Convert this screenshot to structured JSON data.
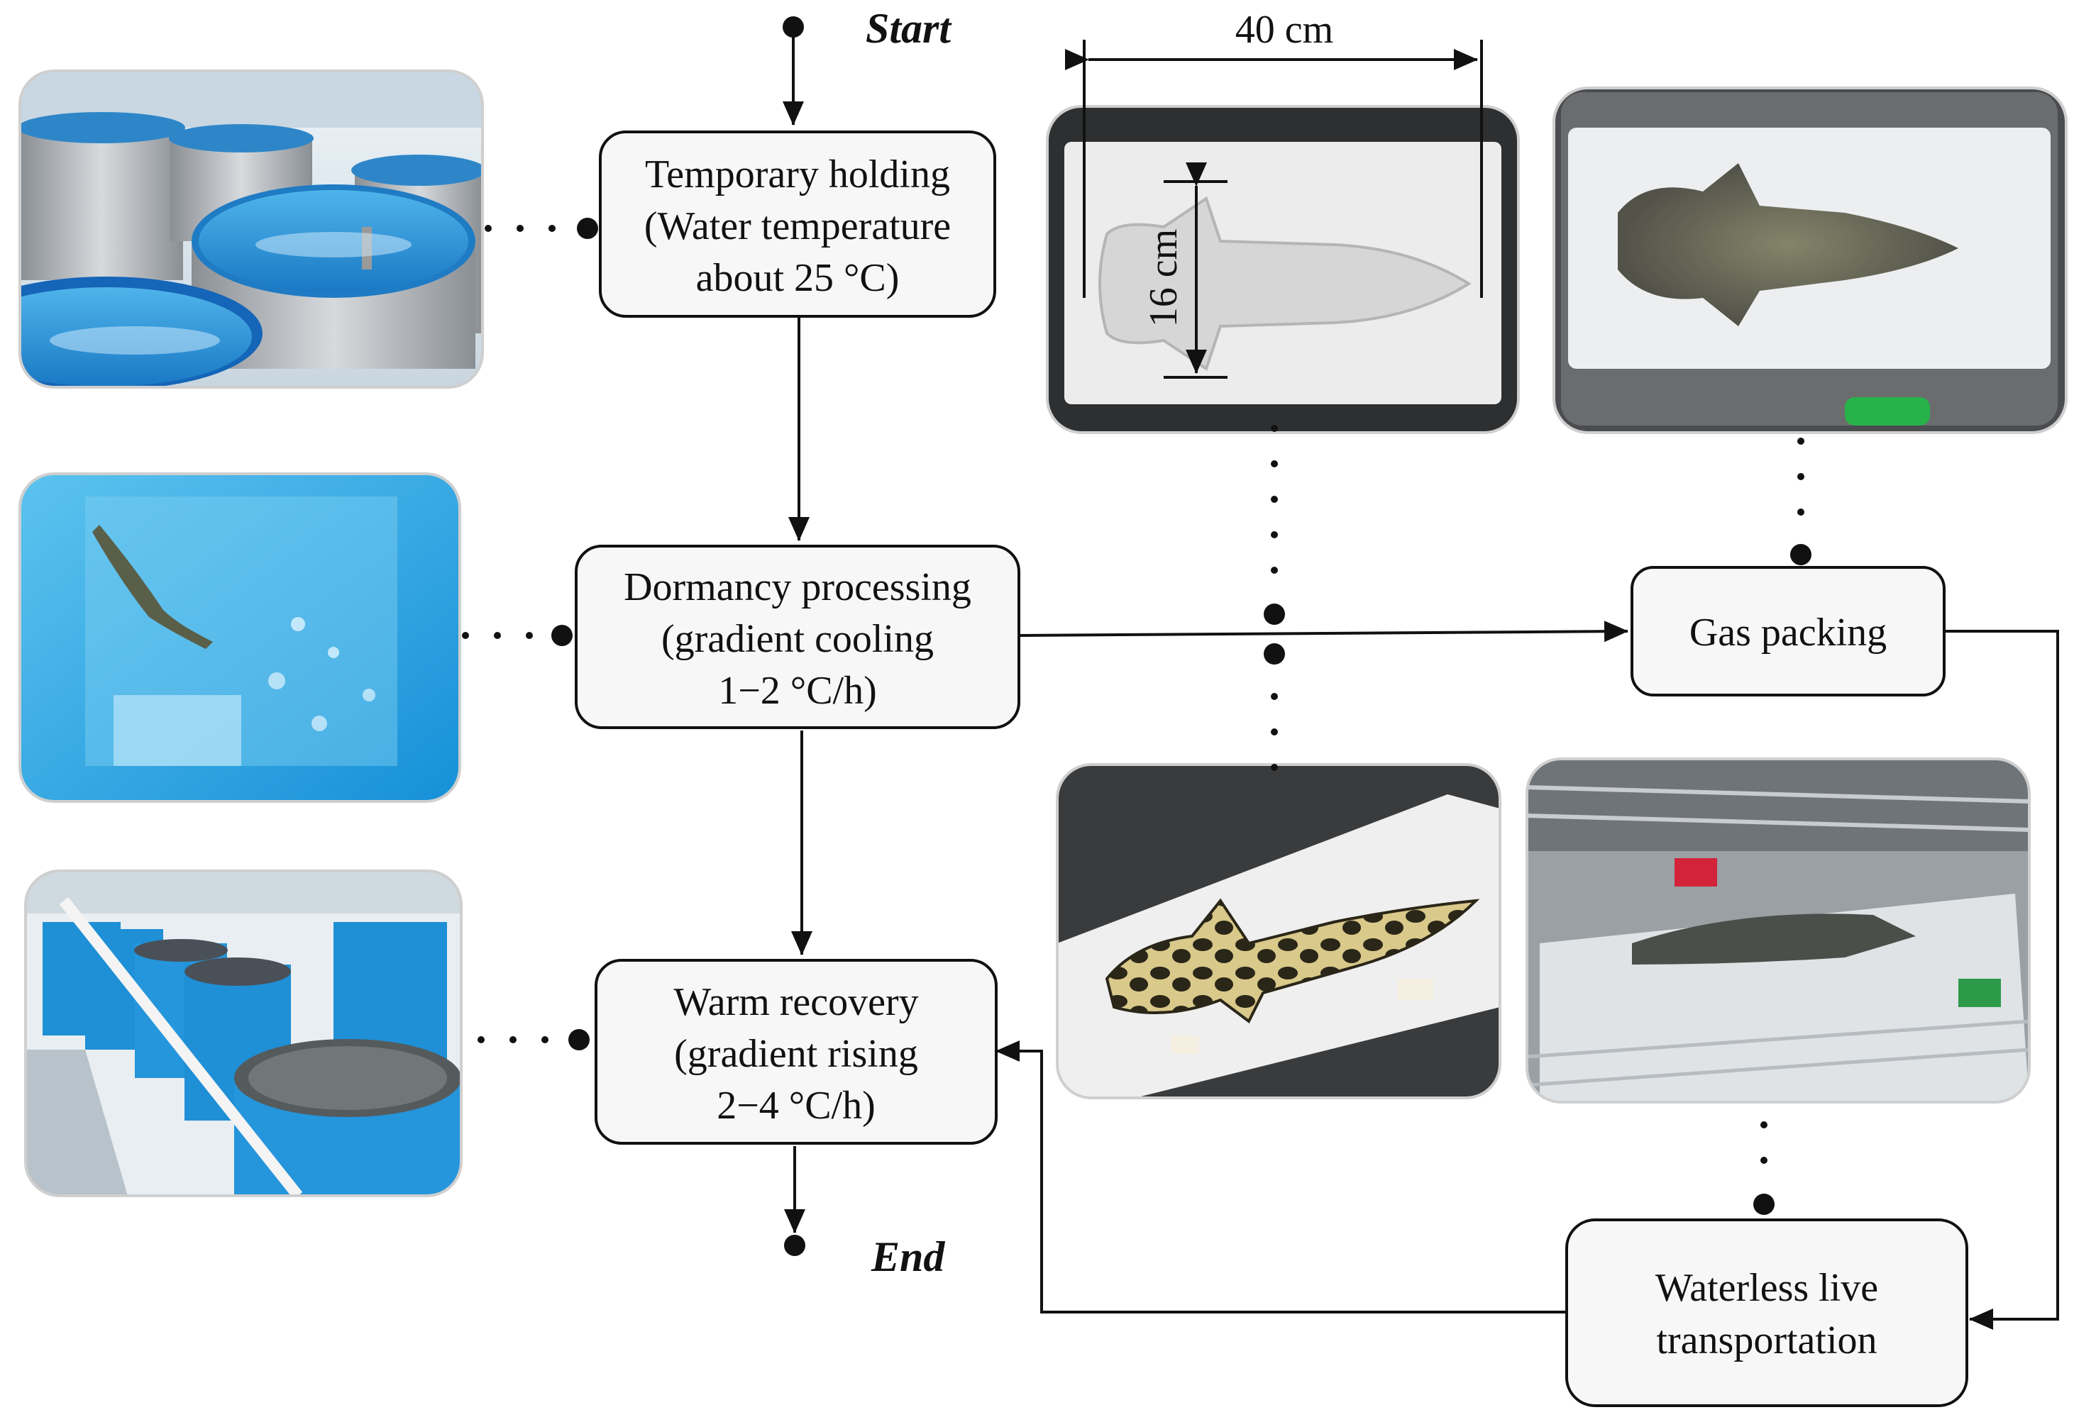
{
  "terminals": {
    "start": "Start",
    "end": "End"
  },
  "nodes": {
    "holding": {
      "lines": [
        "Temporary holding",
        "(Water temperature",
        "about 25 °C)"
      ]
    },
    "dormancy": {
      "lines": [
        "Dormancy processing",
        "(gradient cooling",
        "1−2 °C/h)"
      ]
    },
    "recovery": {
      "lines": [
        "Warm recovery",
        "(gradient rising",
        "2−4 °C/h)"
      ]
    },
    "gas": {
      "lines": [
        "Gas packing"
      ]
    },
    "transport": {
      "lines": [
        "Waterless live",
        "transportation"
      ]
    }
  },
  "dimensions": {
    "width": "40 cm",
    "height": "16 cm"
  },
  "photos": [
    {
      "name": "holding-tanks-photo",
      "subject": "outdoor round holding tanks"
    },
    {
      "name": "cooling-tank-photo",
      "subject": "fish in blue cooling tank"
    },
    {
      "name": "recovery-tanks-photo",
      "subject": "row of blue recovery tanks"
    },
    {
      "name": "foam-mold-photo",
      "subject": "empty foam mold"
    },
    {
      "name": "fish-in-foam-photo",
      "subject": "grouper placed in foam mold"
    },
    {
      "name": "gas-packed-bag-photo",
      "subject": "fish sealed in gas bag"
    },
    {
      "name": "transport-box-photo",
      "subject": "packed bag in transport chamber"
    }
  ],
  "colors": {
    "line": "#111111",
    "box_fill": "#f7f7f7",
    "water": "#1f8fd6",
    "foam": "#ececec"
  }
}
